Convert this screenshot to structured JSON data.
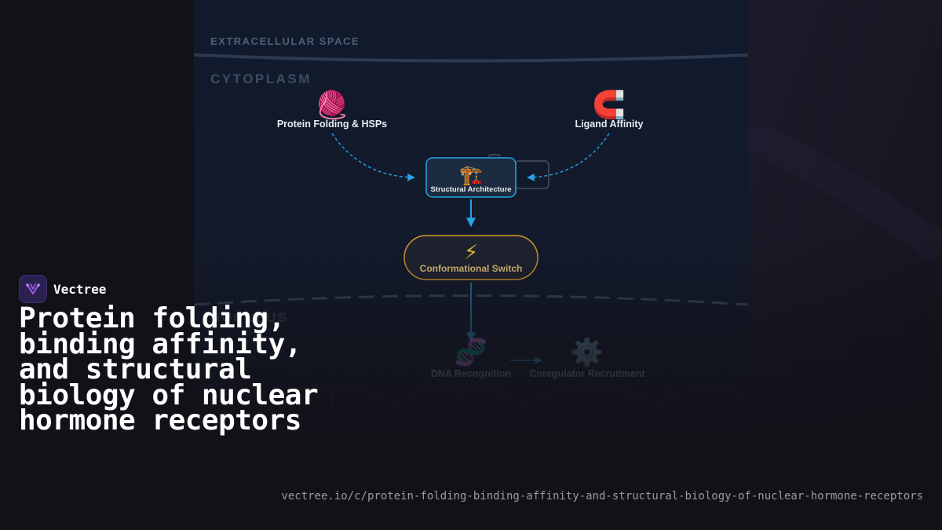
{
  "diagram": {
    "regions": {
      "extracellular": "EXTRACELLULAR SPACE",
      "cytoplasm": "CYTOPLASM",
      "nucleus": "NUCLEUS"
    },
    "nodes": [
      {
        "id": "folding",
        "label": "Protein Folding & HSPs",
        "icon": "yarn-icon",
        "glyph": "🧶"
      },
      {
        "id": "ligand",
        "label": "Ligand Affinity",
        "icon": "magnet-icon",
        "glyph": "🧲"
      },
      {
        "id": "structure",
        "label": "Structural Architecture",
        "icon": "crane-icon",
        "glyph": "🏗️"
      },
      {
        "id": "switch",
        "label": "Conformational Switch",
        "icon": "lightning-icon",
        "glyph": "⚡"
      },
      {
        "id": "dna",
        "label": "DNA Recognition",
        "icon": "dna-icon",
        "glyph": "🧬"
      },
      {
        "id": "coreg",
        "label": "Coregulator Recruitment",
        "icon": "gear-icon",
        "glyph": "⚙️"
      }
    ],
    "edges": [
      {
        "from": "folding",
        "to": "structure",
        "style": "dashed"
      },
      {
        "from": "ligand",
        "to": "structure",
        "style": "dashed"
      },
      {
        "from": "structure",
        "to": "switch",
        "style": "solid"
      },
      {
        "from": "switch",
        "to": "dna",
        "style": "solid"
      },
      {
        "from": "dna",
        "to": "coreg",
        "style": "solid"
      }
    ],
    "colors": {
      "accent": "#29a3e6",
      "switch_border": "#d99a2b",
      "switch_text": "#e8c979"
    }
  },
  "brand": {
    "name": "Vectree",
    "logo_icon": "vectree-logo-icon"
  },
  "headline": "Protein folding, binding affinity, and structural biology of nuclear hormone receptors",
  "url": "vectree.io/c/protein-folding-binding-affinity-and-structural-biology-of-nuclear-hormone-receptors"
}
